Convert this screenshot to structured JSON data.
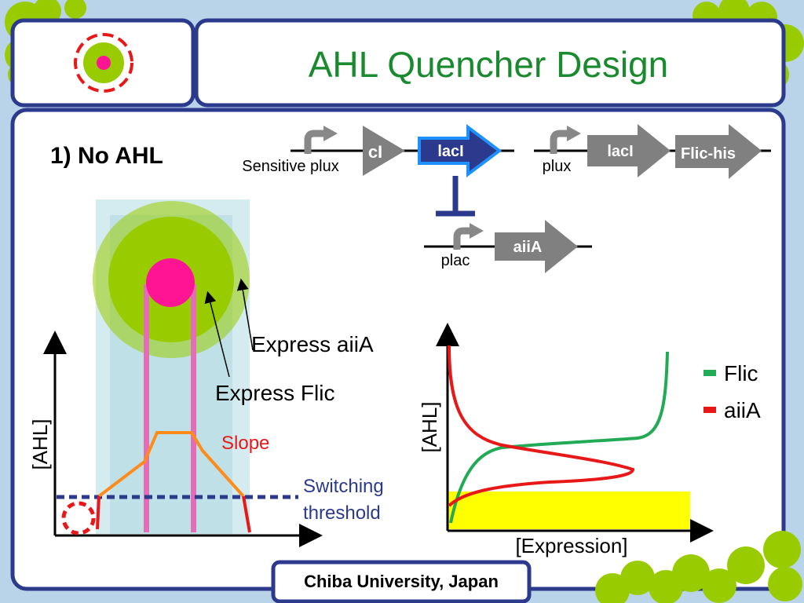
{
  "header": {
    "title": "AHL Quencher Design"
  },
  "section": {
    "label": "1) No AHL"
  },
  "circuit": {
    "sensitive_plux": "Sensitive plux",
    "cI": "cI",
    "lacI_1": "lacI",
    "plux": "plux",
    "lacI_2": "lacI",
    "flic_his": "Flic-his",
    "plac": "plac",
    "aiiA": "aiiA"
  },
  "cell": {
    "express_aiia": "Express aiiA",
    "express_flic": "Express Flic"
  },
  "left_plot": {
    "ylabel": "[AHL]",
    "slope_label": "Slope",
    "threshold_line1": "Switching",
    "threshold_line2": "threshold"
  },
  "chart_data": {
    "type": "line",
    "xlabel": "[Expression]",
    "ylabel": "[AHL]",
    "series": [
      {
        "name": "Flic"
      },
      {
        "name": "aiiA"
      }
    ]
  },
  "footer": {
    "affiliation": "Chiba University, Japan"
  },
  "colors": {
    "background": "#b9d4e8",
    "frame": "#2b3a8c",
    "title": "#1a8a2e",
    "green_blob": "#99cc00",
    "flic_line": "#22aa55",
    "aiia_line": "#e81818",
    "magenta": "#ff1493",
    "orange": "#ff8c1a",
    "threshold": "#2b3a8c",
    "highlight": "#ffff00"
  }
}
